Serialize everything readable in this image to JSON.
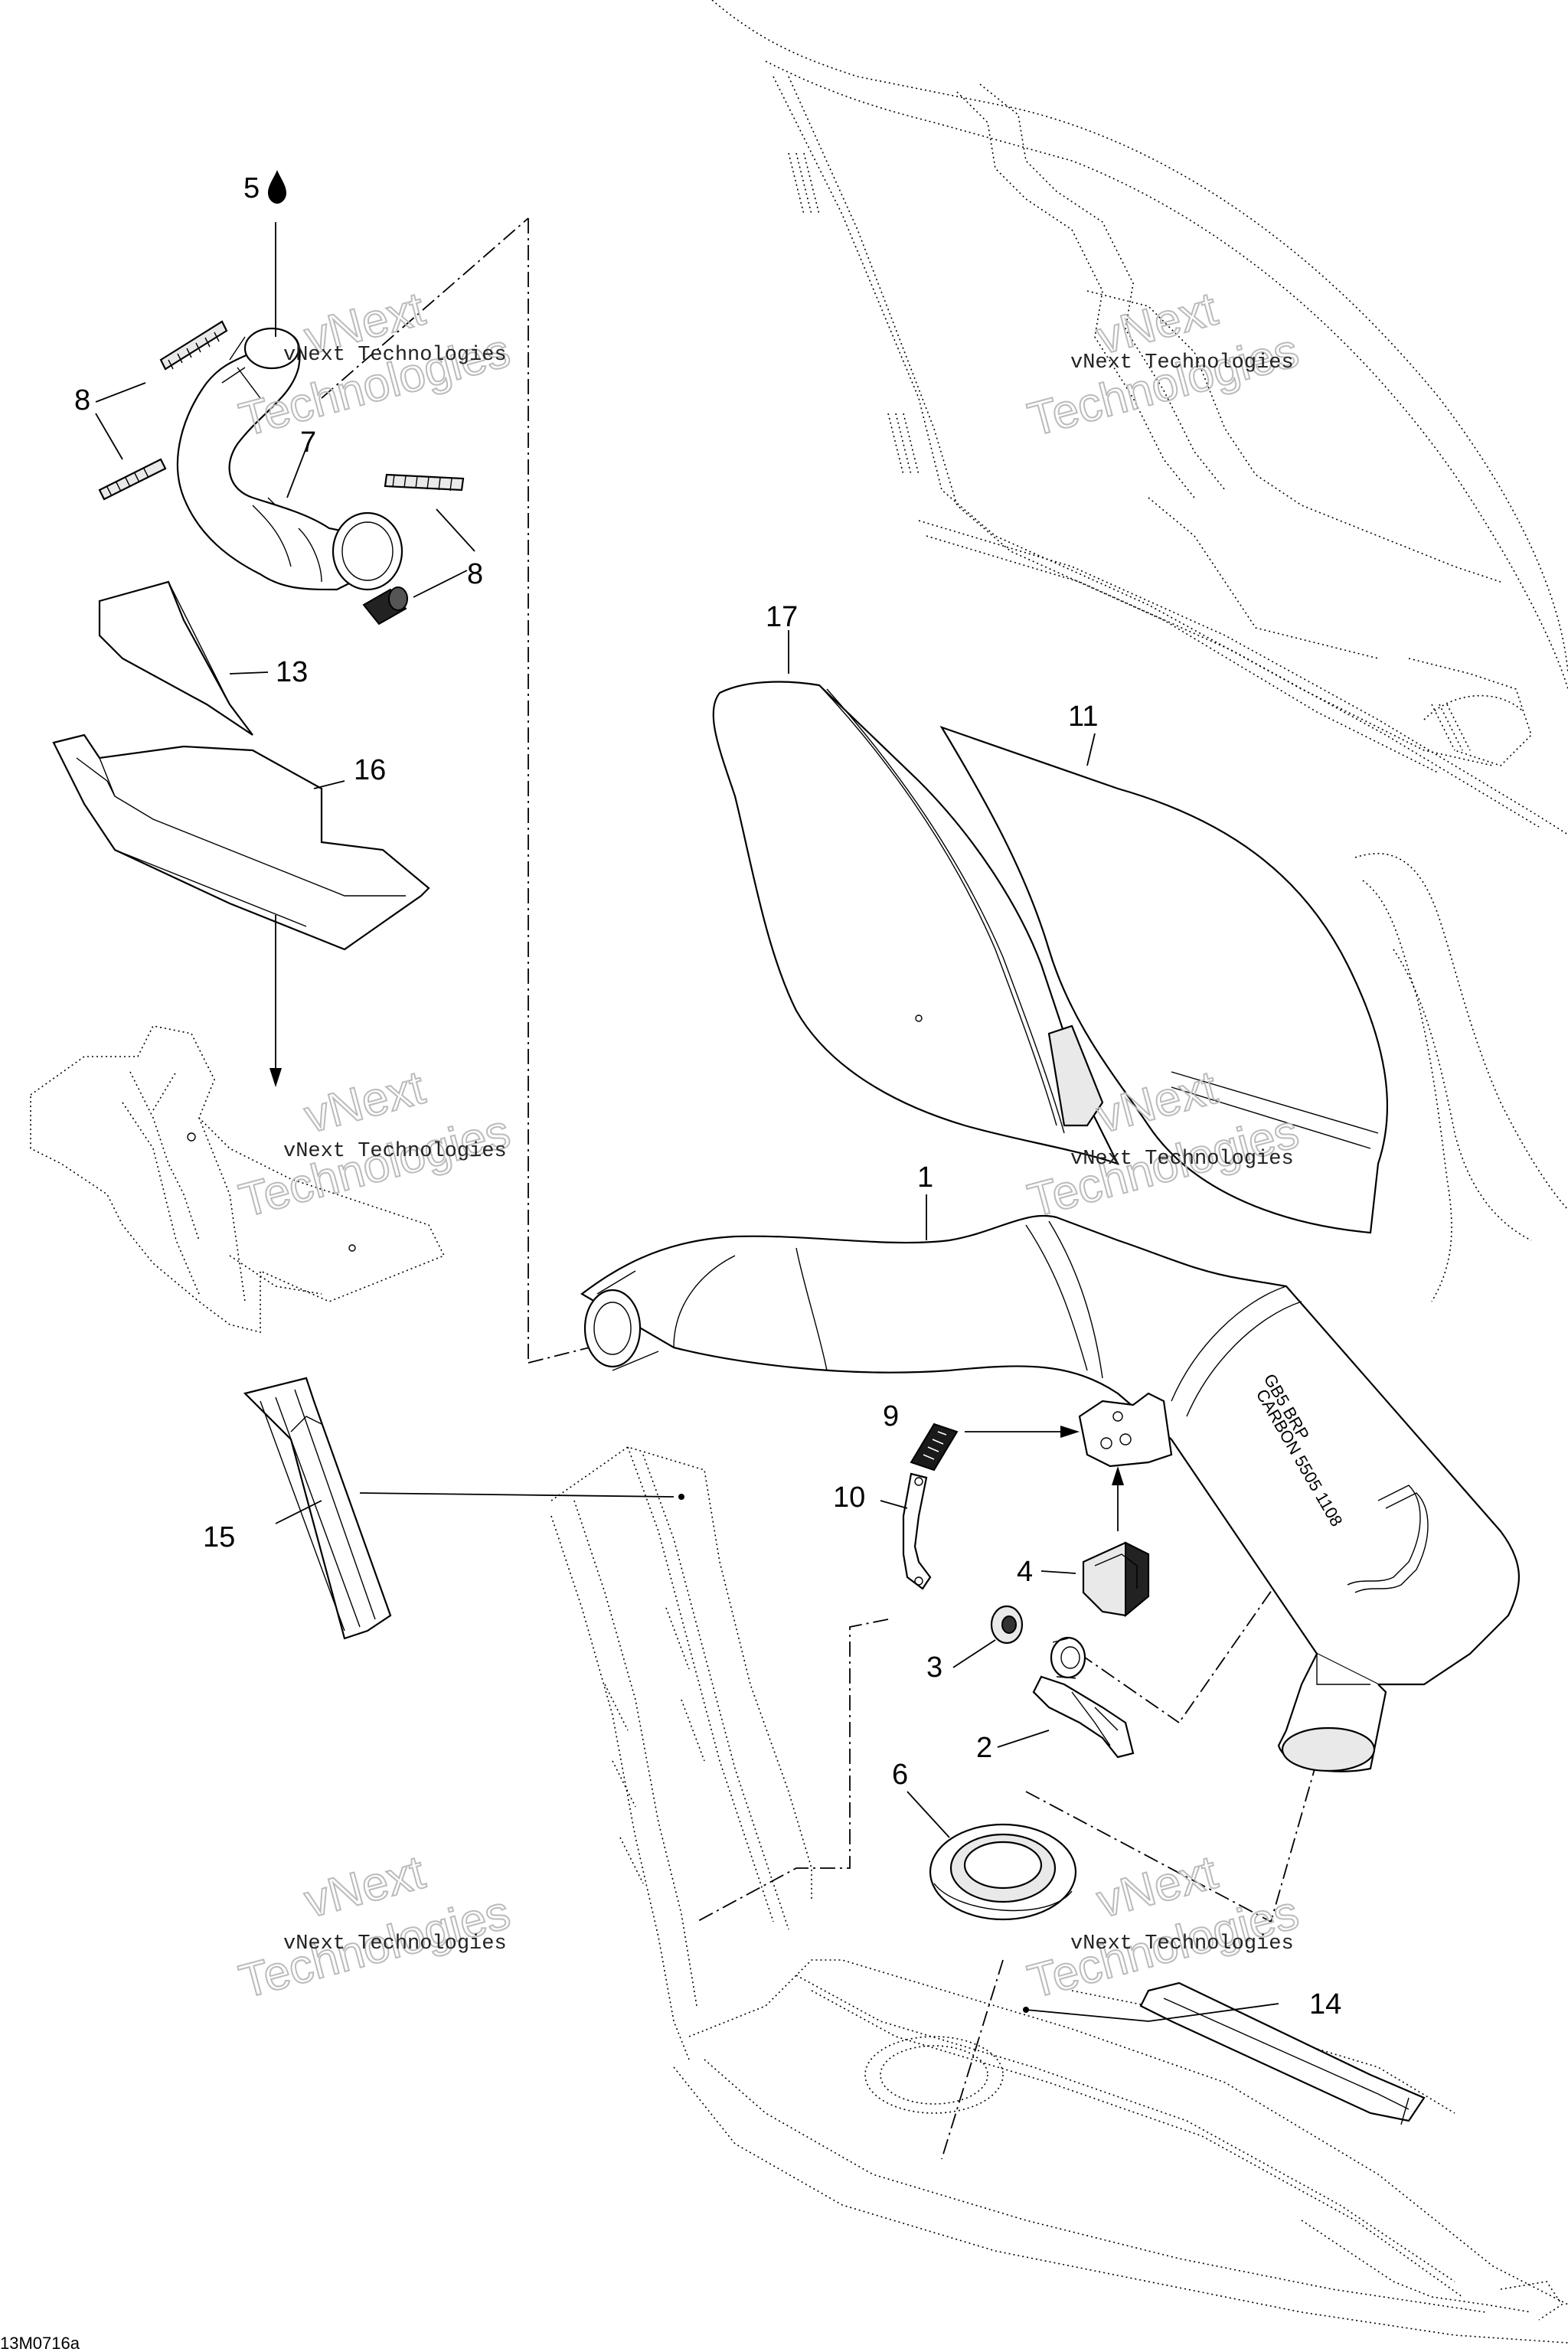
{
  "callouts": {
    "c1": "1",
    "c2": "2",
    "c3": "3",
    "c4": "4",
    "c5": "5",
    "c6": "6",
    "c7": "7",
    "c8a": "8",
    "c8b": "8",
    "c9": "9",
    "c10": "10",
    "c11": "11",
    "c13": "13",
    "c14": "14",
    "c15": "15",
    "c16": "16",
    "c17": "17"
  },
  "watermark": {
    "line1": "vNext Technologies",
    "line2": "vNext",
    "line3": "Technologies"
  },
  "drawing_code": "13M0716a",
  "icons": {
    "oil_drop": "oil-drop-icon"
  }
}
